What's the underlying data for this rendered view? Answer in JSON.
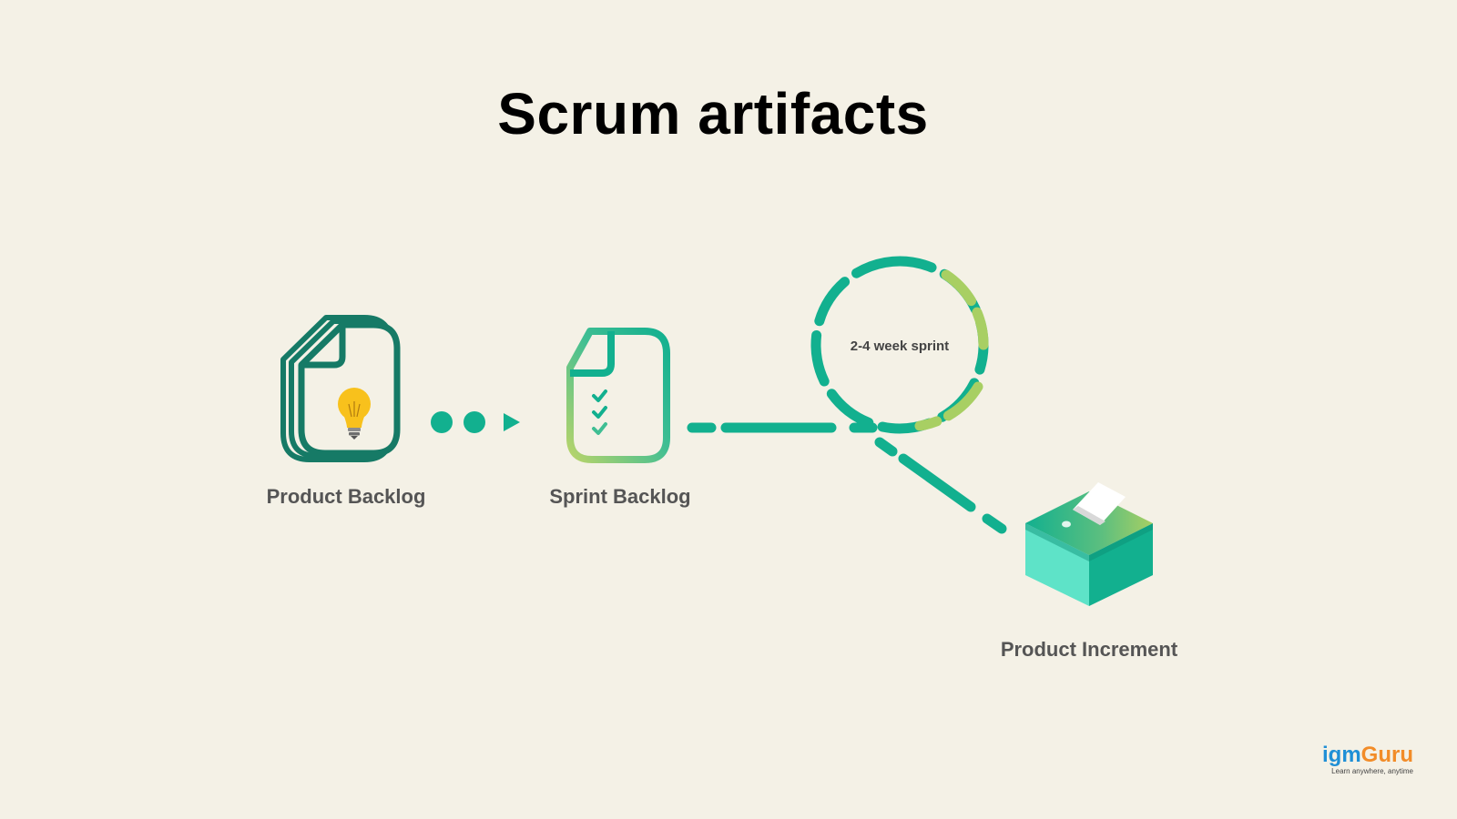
{
  "title": "Scrum artifacts",
  "nodes": {
    "product_backlog": "Product Backlog",
    "sprint_backlog": "Sprint Backlog",
    "sprint_cycle": "2-4 week sprint",
    "product_increment": "Product Increment"
  },
  "logo": {
    "brand_part1": "igm",
    "brand_part2": "Guru",
    "tagline": "Learn anywhere, anytime"
  },
  "colors": {
    "background": "#f4f1e6",
    "teal": "#12b08f",
    "dark_teal": "#167a66",
    "light_green": "#a8cf63",
    "bulb_yellow": "#f8c11c",
    "label_gray": "#555555"
  }
}
